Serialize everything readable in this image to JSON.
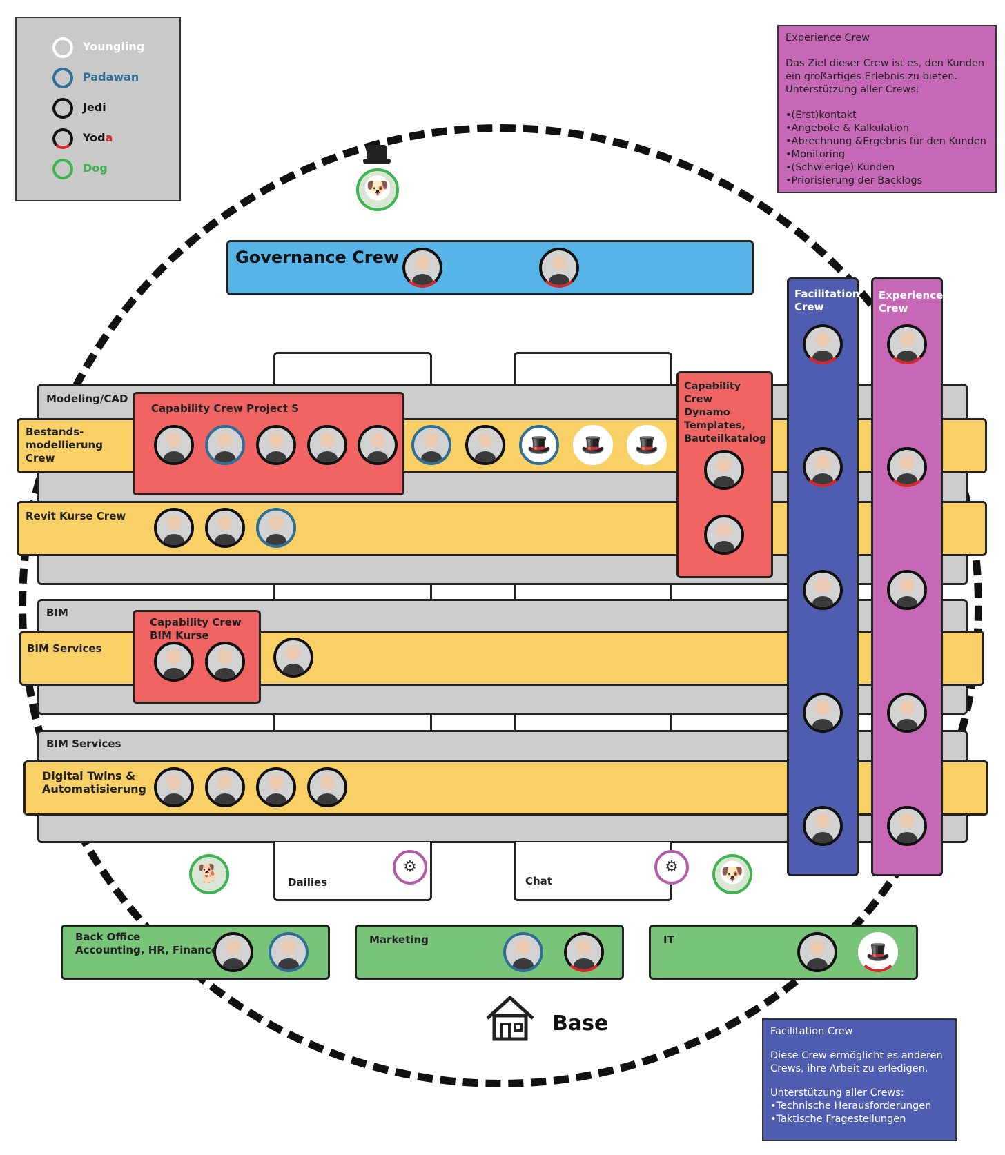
{
  "legend": {
    "youngling": "Youngling",
    "padawan": "Padawan",
    "jedi": "Jedi",
    "yoda_main": "Yod",
    "yoda_accent": "a",
    "dog": "Dog",
    "colors": {
      "youngling": "#ffffff",
      "padawan": "#2f6f96",
      "jedi": "#111111",
      "yoda_accent": "#d8262b",
      "dog": "#3fb34f"
    }
  },
  "experience_info": {
    "title": "Experience Crew",
    "body": "Das Ziel dieser Crew ist es, den Kunden ein großartiges Erlebnis zu bieten.\nUnterstützung aller Crews:",
    "items": [
      "•(Erst)kontakt",
      "•Angebote & Kalkulation",
      "•Abrechnung &Ergebnis für den Kunden",
      "•Monitoring",
      "•(Schwierige) Kunden",
      "•Priorisierung der Backlogs"
    ]
  },
  "facilitation_info": {
    "title": "Facilitation Crew",
    "body": "Diese Crew ermöglicht es anderen Crews, ihre Arbeit zu erledigen.",
    "support": "Unterstützung aller Crews:",
    "items": [
      "•Technische Herausforderungen",
      "•Taktische Fragestellungen"
    ]
  },
  "governance": {
    "label": "Governance Crew"
  },
  "columns": {
    "facilitation": "Facilitation\nCrew",
    "experience": "Experience\nCrew"
  },
  "tribes": {
    "modeling": "Modeling/CAD",
    "bim": "BIM",
    "bim_services": "BIM Services"
  },
  "squads": {
    "bestand": "Bestands-\nmodellierung\nCrew",
    "revit": "Revit Kurse Crew",
    "bim_services": "BIM Services",
    "digital": "Digital Twins &\nAutomatisierung"
  },
  "capability": {
    "project_s": "Capability Crew Project S",
    "dynamo": "Capability Crew\nDynamo\nTemplates,\nBauteilkatalog",
    "bim_kurse": "Capability Crew\nBIM Kurse"
  },
  "rituals": {
    "dailies": "Dailies",
    "chat": "Chat"
  },
  "base": {
    "label": "Base",
    "back_office": "Back Office\nAccounting, HR, Finance",
    "marketing": "Marketing",
    "it": "IT"
  },
  "colors": {
    "governance": "#56b4e8",
    "squad": "#f8d066",
    "capability": "#f06464",
    "tribe": "#cdcdcd",
    "base": "#78c478",
    "facilitation": "#4f5db0",
    "experience": "#c668b6"
  }
}
